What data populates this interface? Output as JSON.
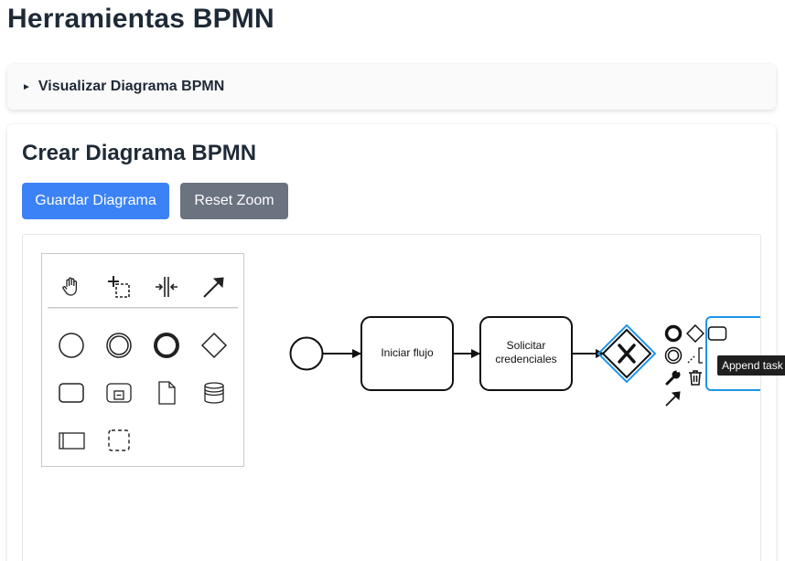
{
  "page": {
    "title": "Herramientas BPMN"
  },
  "viewer_section": {
    "summary": "Visualizar Diagrama BPMN",
    "expanded": false
  },
  "editor_section": {
    "title": "Crear Diagrama BPMN",
    "save_label": "Guardar Diagrama",
    "reset_zoom_label": "Reset Zoom"
  },
  "palette": {
    "tools": [
      "hand-tool-icon",
      "lasso-tool-icon",
      "space-tool-icon",
      "global-connect-tool-icon"
    ],
    "elements": [
      "start-event-icon",
      "intermediate-event-icon",
      "end-event-icon",
      "gateway-icon",
      "task-icon",
      "subprocess-icon",
      "data-object-icon",
      "data-store-icon",
      "pool-icon",
      "group-icon"
    ]
  },
  "diagram": {
    "tasks": [
      {
        "id": "task-1",
        "label": "Iniciar flujo"
      },
      {
        "id": "task-2",
        "label": "Solicitar credenciales"
      }
    ],
    "gateway": {
      "type": "exclusive",
      "selected": true
    }
  },
  "context_pad": {
    "actions": [
      "append-end-event-icon",
      "append-gateway-icon",
      "append-task-icon",
      "append-intermediate-event-icon",
      "append-text-annotation-icon",
      "change-type-wrench-icon",
      "delete-trash-icon",
      "connect-arrow-icon"
    ],
    "tooltip": "Append task"
  },
  "colors": {
    "primary": "#3b82f6",
    "secondary": "#6b7280",
    "selection": "#1e96e6"
  }
}
